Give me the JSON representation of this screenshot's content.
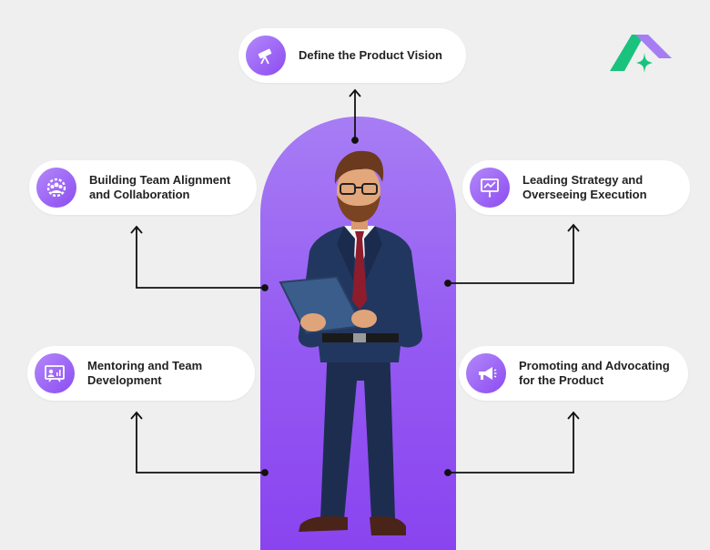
{
  "nodes": {
    "top": {
      "label": "Define the Product Vision",
      "icon": "telescope-icon"
    },
    "left_upper": {
      "label": "Building Team Alignment\nand Collaboration",
      "icon": "team-gear-icon"
    },
    "right_upper": {
      "label": "Leading Strategy and\nOverseeing Execution",
      "icon": "presentation-board-icon"
    },
    "left_lower": {
      "label": "Mentoring and Team\nDevelopment",
      "icon": "mentor-screen-icon"
    },
    "right_lower": {
      "label": "Promoting and Advocating\nfor the Product",
      "icon": "megaphone-icon"
    }
  },
  "colors": {
    "accent_purple": "#9458f2",
    "logo_green": "#19c37d",
    "logo_purple": "#a77df4",
    "background": "#efefef"
  }
}
